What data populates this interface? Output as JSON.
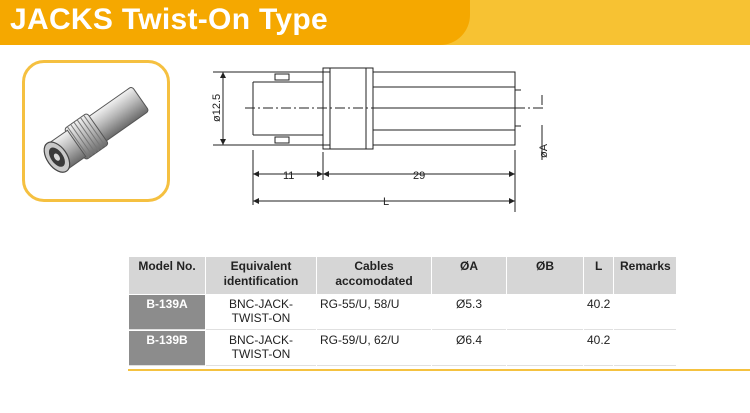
{
  "header": {
    "title": "JACKS Twist-On Type"
  },
  "drawing": {
    "dim_diameter": "ø12.5",
    "dim_left": "11",
    "dim_right": "29",
    "dim_total": "L",
    "dim_a": "øA"
  },
  "table": {
    "headers": [
      {
        "line1": "Model No.",
        "line2": ""
      },
      {
        "line1": "Equivalent",
        "line2": "identification"
      },
      {
        "line1": "Cables",
        "line2": "accomodated"
      },
      {
        "line1": "ØA",
        "line2": ""
      },
      {
        "line1": "ØB",
        "line2": ""
      },
      {
        "line1": "L",
        "line2": ""
      },
      {
        "line1": "Remarks",
        "line2": ""
      }
    ],
    "rows": [
      {
        "model": "B-139A",
        "equiv_line1": "BNC-JACK-",
        "equiv_line2": "TWIST-ON",
        "cables": "RG-55/U, 58/U",
        "a": "Ø5.3",
        "b": "",
        "l": "40.2",
        "remarks": ""
      },
      {
        "model": "B-139B",
        "equiv_line1": "BNC-JACK-",
        "equiv_line2": "TWIST-ON",
        "cables": "RG-59/U, 62/U",
        "a": "Ø6.4",
        "b": "",
        "l": "40.2",
        "remarks": ""
      }
    ]
  },
  "colors": {
    "header_tab": "#f5a800",
    "header_bar": "#f7c233",
    "model_cell": "#8c8c8c",
    "header_cell": "#d6d6d6"
  }
}
